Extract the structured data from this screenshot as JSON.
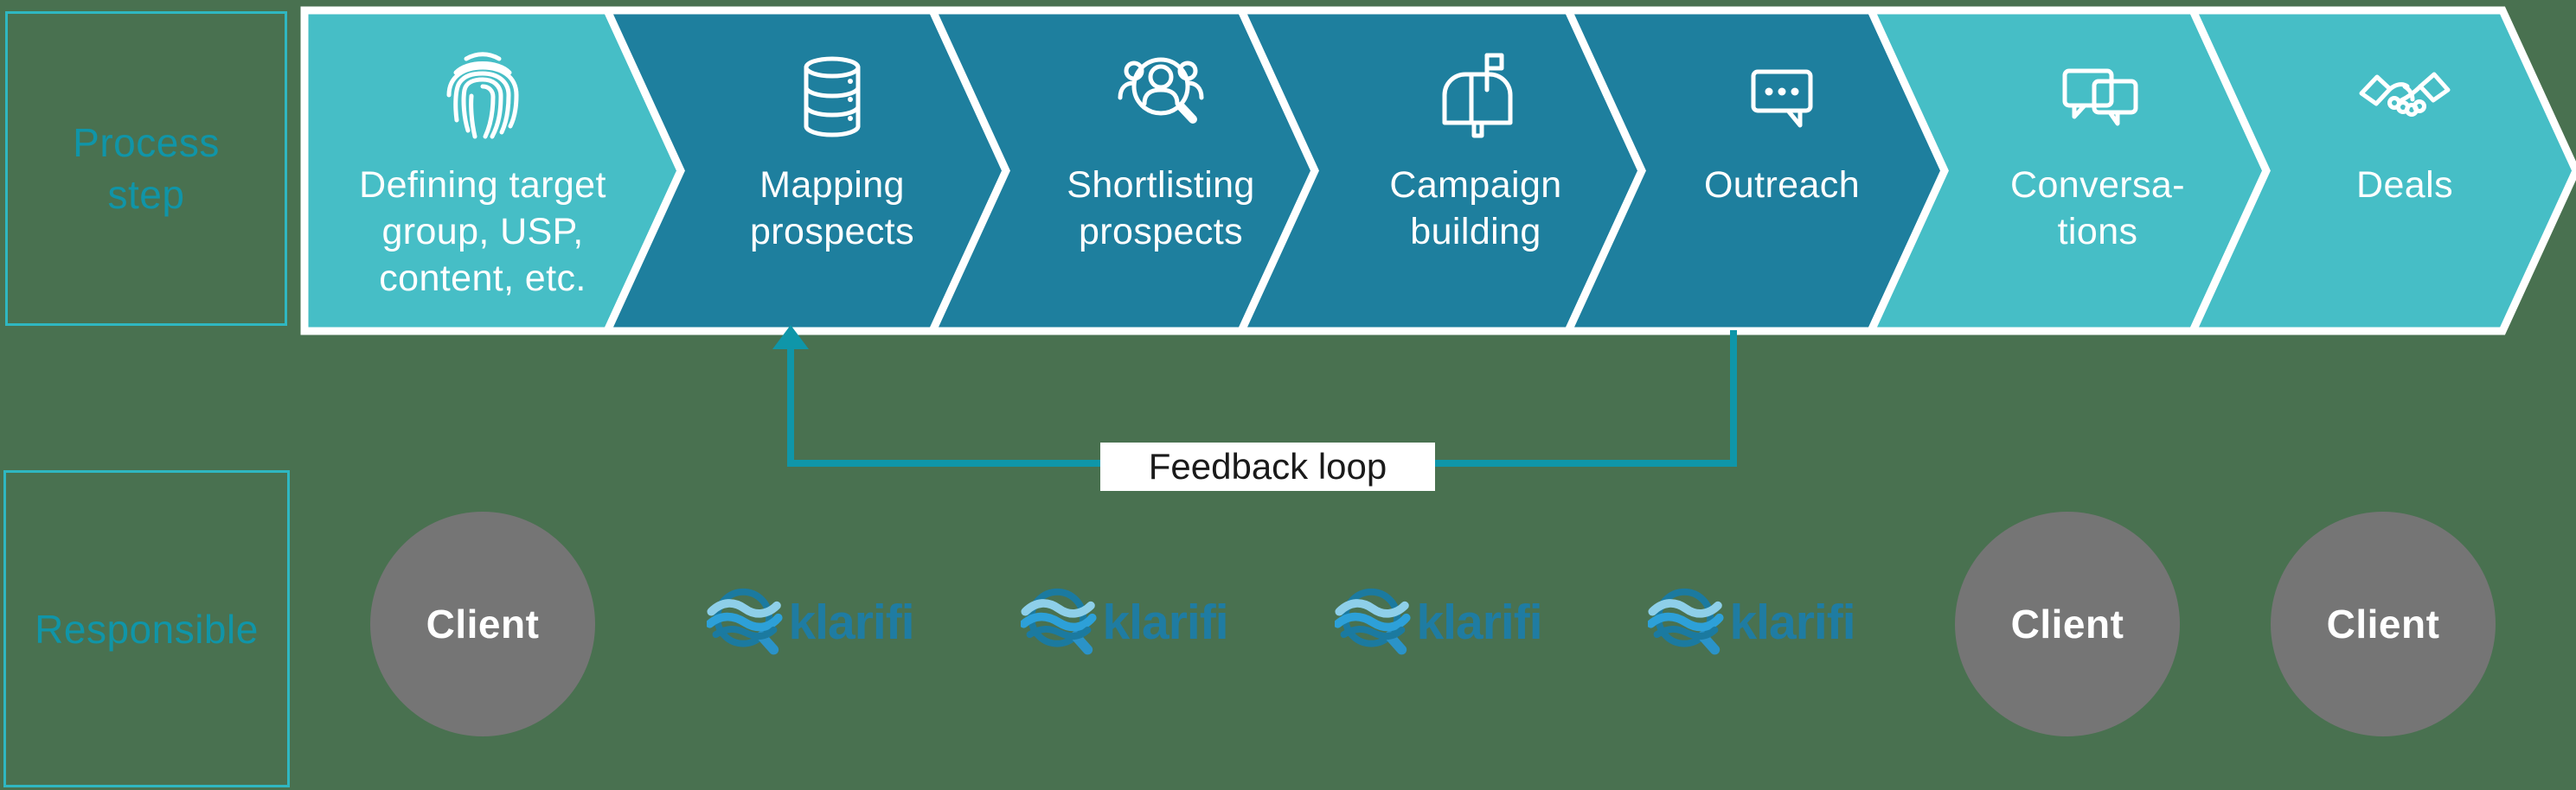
{
  "colors": {
    "background": "#497150",
    "chevron_light": "#46BEC6",
    "chevron_dark": "#1E7F9E",
    "chevron_border": "#FFFFFF",
    "accent_teal": "#0F96A9",
    "box_border": "#2FB7C1",
    "side_label_text": "#1095A8",
    "circle_grey": "#757575",
    "step_text": "#FFFFFF",
    "feedback_text": "#1A1A1A",
    "feedback_box_bg": "#FFFFFF",
    "logo_text_blue": "#1F7CA2",
    "logo_wave_light": "#8ECFE9",
    "logo_wave_mid": "#2DA0D8",
    "logo_wave_dark": "#1B7AA0",
    "logo_handle_blue": "#2B93C8"
  },
  "side_labels": {
    "process_step": {
      "lines": [
        "Process",
        "step"
      ]
    },
    "responsible": "Responsible"
  },
  "steps": [
    {
      "label": "Defining target group, USP, content, etc.",
      "lines": [
        "Defining target",
        "group, USP,",
        "content, etc."
      ],
      "icon": "fingerprint-icon",
      "color": "#46BEC6",
      "responsible": "Client"
    },
    {
      "label": "Mapping prospects",
      "lines": [
        "Mapping",
        "prospects"
      ],
      "icon": "database-icon",
      "color": "#1E7F9E",
      "responsible": "klarifi"
    },
    {
      "label": "Shortlisting prospects",
      "lines": [
        "Shortlisting",
        "prospects"
      ],
      "icon": "prospect-search-icon",
      "color": "#1E7F9E",
      "responsible": "klarifi"
    },
    {
      "label": "Campaign building",
      "lines": [
        "Campaign",
        "building"
      ],
      "icon": "mailbox-icon",
      "color": "#1E7F9E",
      "responsible": "klarifi"
    },
    {
      "label": "Outreach",
      "lines": [
        "Outreach"
      ],
      "icon": "chat-ellipsis-icon",
      "color": "#1E7F9E",
      "responsible": "klarifi"
    },
    {
      "label": "Conversations",
      "lines": [
        "Conversa-",
        "tions"
      ],
      "icon": "chat-bubbles-icon",
      "color": "#46BEC6",
      "responsible": "Client"
    },
    {
      "label": "Deals",
      "lines": [
        "Deals"
      ],
      "icon": "handshake-icon",
      "color": "#46BEC6",
      "responsible": "Client"
    }
  ],
  "feedback_loop": {
    "label": "Feedback loop"
  },
  "responsible_row": {
    "client_label": "Client",
    "brand_label": "klarifi"
  }
}
